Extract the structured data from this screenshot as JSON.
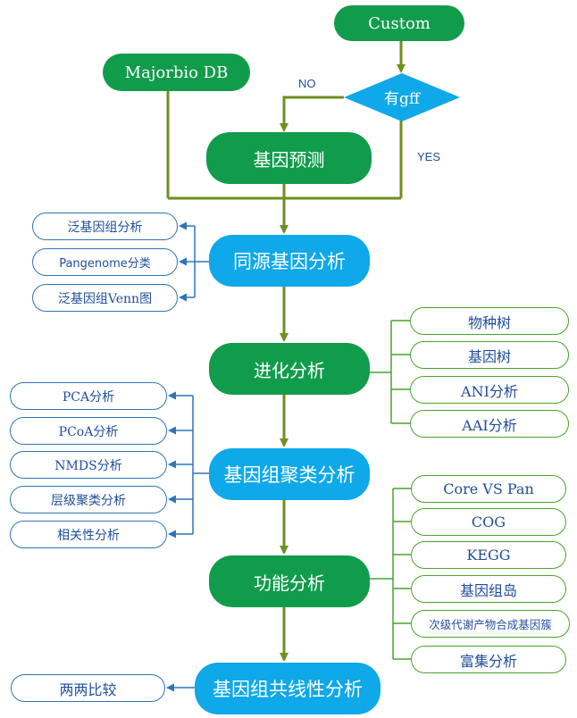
{
  "nodes": {
    "custom": "Custom",
    "majorbio_db": "Majorbio DB",
    "has_gff": "有gff",
    "gene_prediction": "基因预测",
    "homolog_analysis": "同源基因分析",
    "evolution_analysis": "进化分析",
    "genome_clustering": "基因组聚类分析",
    "function_analysis": "功能分析",
    "collinearity_analysis": "基因组共线性分析"
  },
  "edge_labels": {
    "no": "NO",
    "yes": "YES"
  },
  "homolog_outputs": [
    "泛基因组分析",
    "Pangenome分类",
    "泛基因组Venn图"
  ],
  "evolution_outputs": [
    "物种树",
    "基因树",
    "ANI分析",
    "AAI分析"
  ],
  "clustering_outputs": [
    "PCA分析",
    "PCoA分析",
    "NMDS分析",
    "层级聚类分析",
    "相关性分析"
  ],
  "function_outputs": [
    "Core VS Pan",
    "COG",
    "KEGG",
    "基因组岛",
    "次级代谢产物合成基因簇",
    "富集分析"
  ],
  "collinearity_outputs": [
    "两两比较"
  ],
  "colors": {
    "green_node": "#119c4c",
    "blue_node": "#0fa8e8",
    "arrow": "#6f8f1f",
    "blue_outline": "#2e74b5",
    "green_outline": "#4aa32d",
    "text": "#1f4e9c"
  }
}
